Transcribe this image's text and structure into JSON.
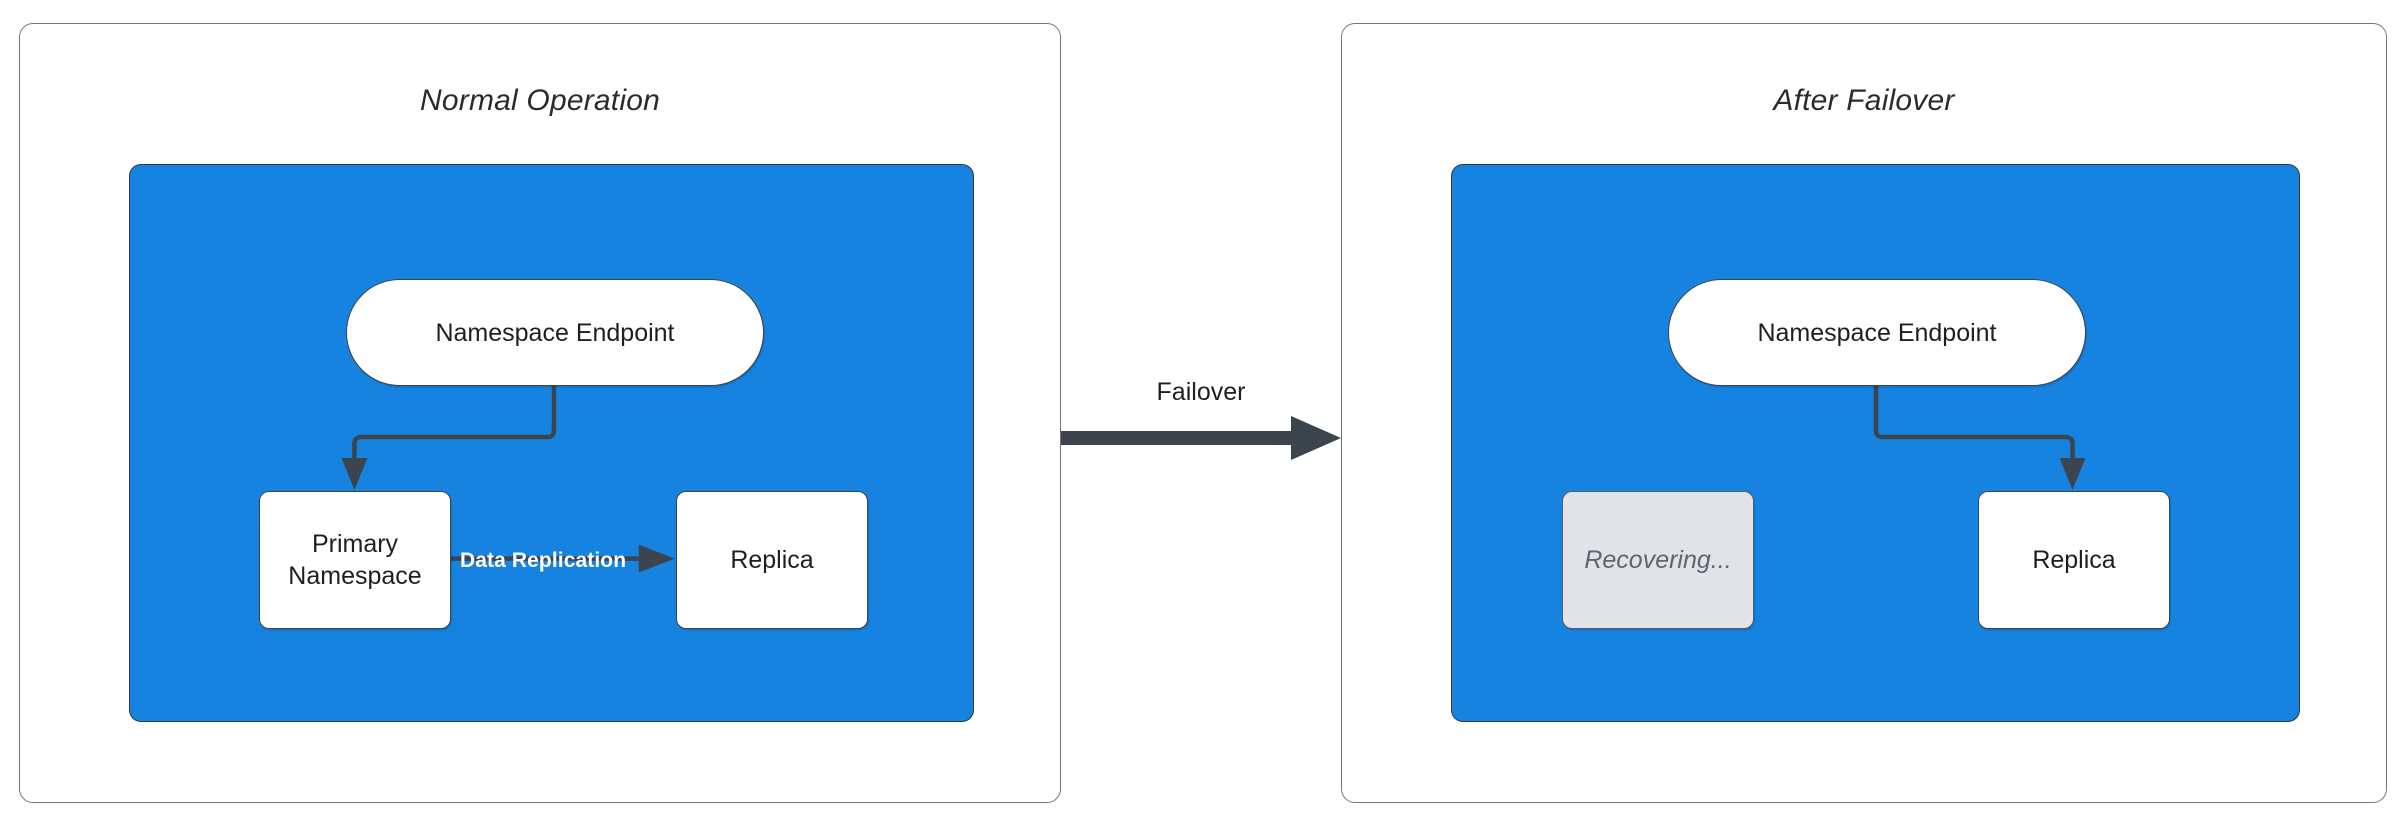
{
  "diagram": {
    "title_left": "Normal Operation",
    "title_right": "After Failover",
    "transition_label": "Failover",
    "colors": {
      "zone_blue": "#1683e0",
      "node_white": "#ffffff",
      "node_muted": "#e1e3e6",
      "stroke_dark": "#3c444e",
      "panel_border": "#767676",
      "edge_label_white": "#ffffff"
    }
  },
  "left_panel": {
    "title": "Normal Operation",
    "nodes": {
      "endpoint": "Namespace Endpoint",
      "primary": "Primary\nNamespace",
      "primary_line1": "Primary",
      "primary_line2": "Namespace",
      "replica": "Replica"
    },
    "edges": {
      "endpoint_to_primary": "",
      "replication": "Data Replication"
    }
  },
  "right_panel": {
    "title": "After Failover",
    "nodes": {
      "endpoint": "Namespace Endpoint",
      "recovering": "Recovering...",
      "replica": "Replica"
    },
    "edges": {
      "endpoint_to_replica": ""
    }
  }
}
